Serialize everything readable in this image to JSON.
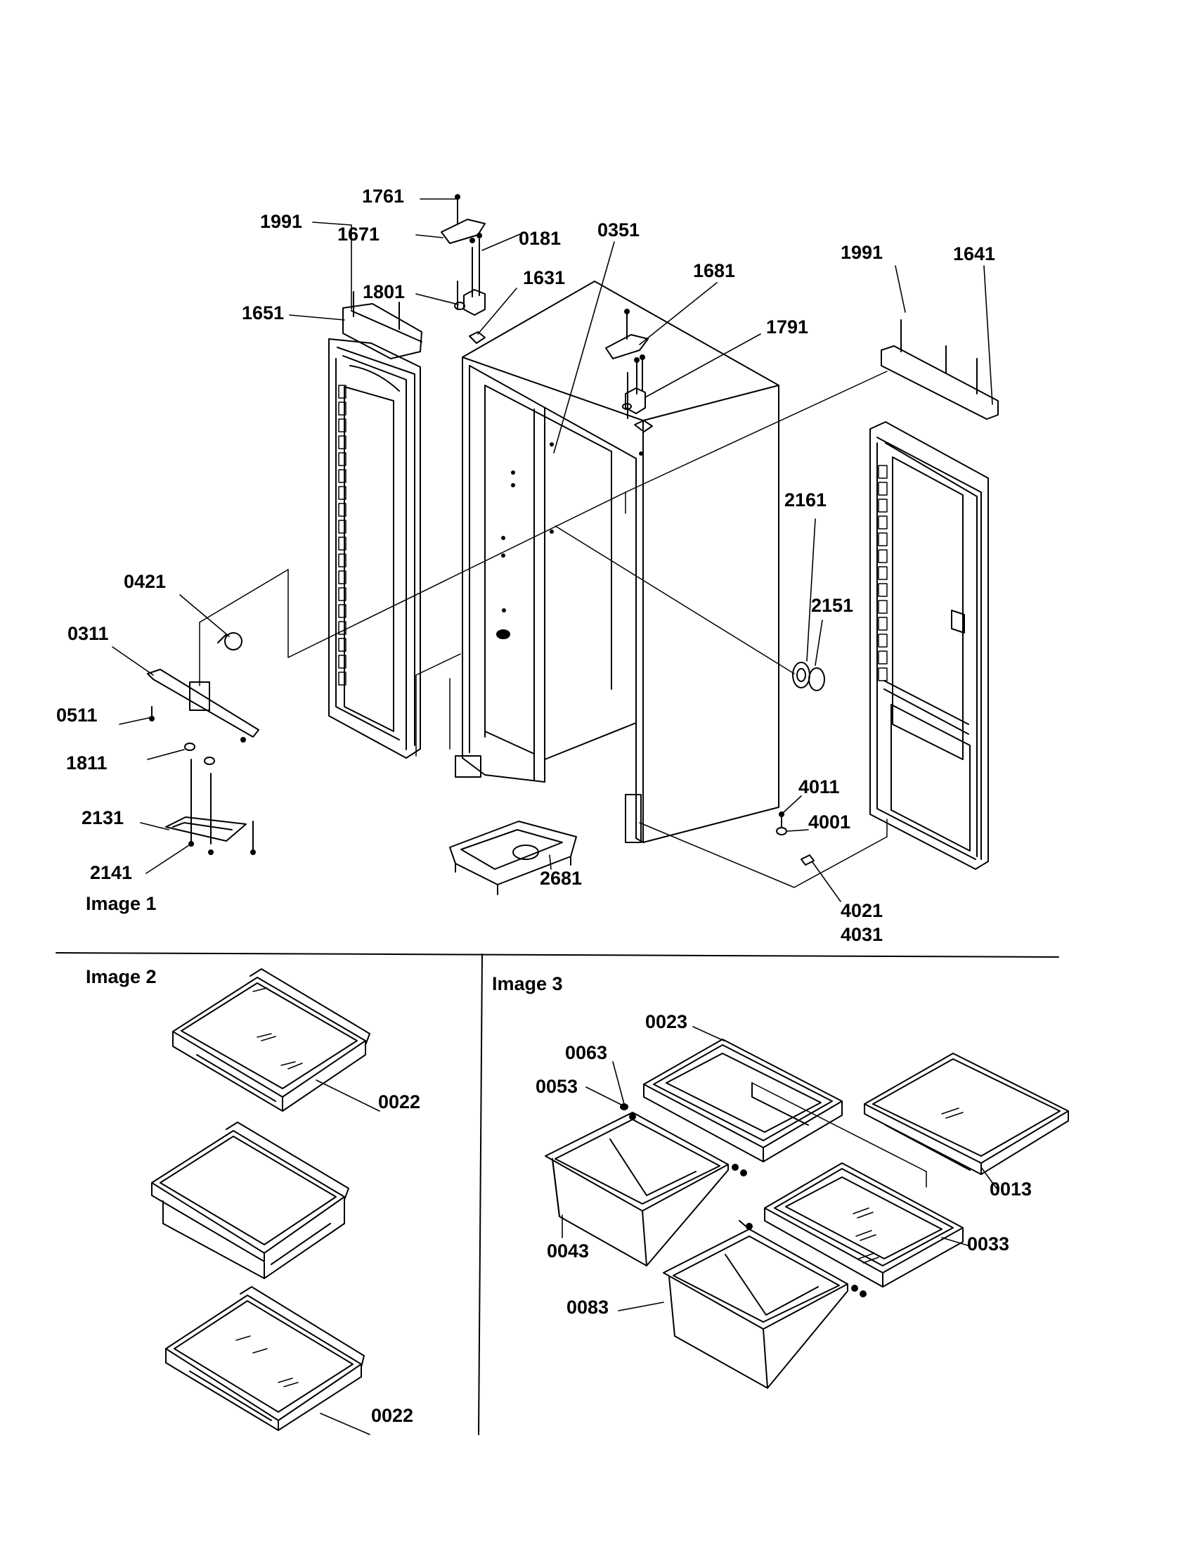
{
  "sections": {
    "image1": "Image 1",
    "image2": "Image 2",
    "image3": "Image 3"
  },
  "parts": {
    "p1761": "1761",
    "p1671": "1671",
    "p1991_left": "1991",
    "p0181": "0181",
    "p0351": "0351",
    "p1681": "1681",
    "p1991_right": "1991",
    "p1641": "1641",
    "p1801": "1801",
    "p1631": "1631",
    "p1651": "1651",
    "p1791": "1791",
    "p2161": "2161",
    "p0421": "0421",
    "p2151": "2151",
    "p0311": "0311",
    "p0511": "0511",
    "p1811": "1811",
    "p4011": "4011",
    "p4001": "4001",
    "p2131": "2131",
    "p2141": "2141",
    "p2681": "2681",
    "p4021": "4021",
    "p4031": "4031",
    "p0022_top": "0022",
    "p0022_bottom": "0022",
    "p0023": "0023",
    "p0063": "0063",
    "p0053": "0053",
    "p0013": "0013",
    "p0043": "0043",
    "p0033": "0033",
    "p0083": "0083"
  }
}
